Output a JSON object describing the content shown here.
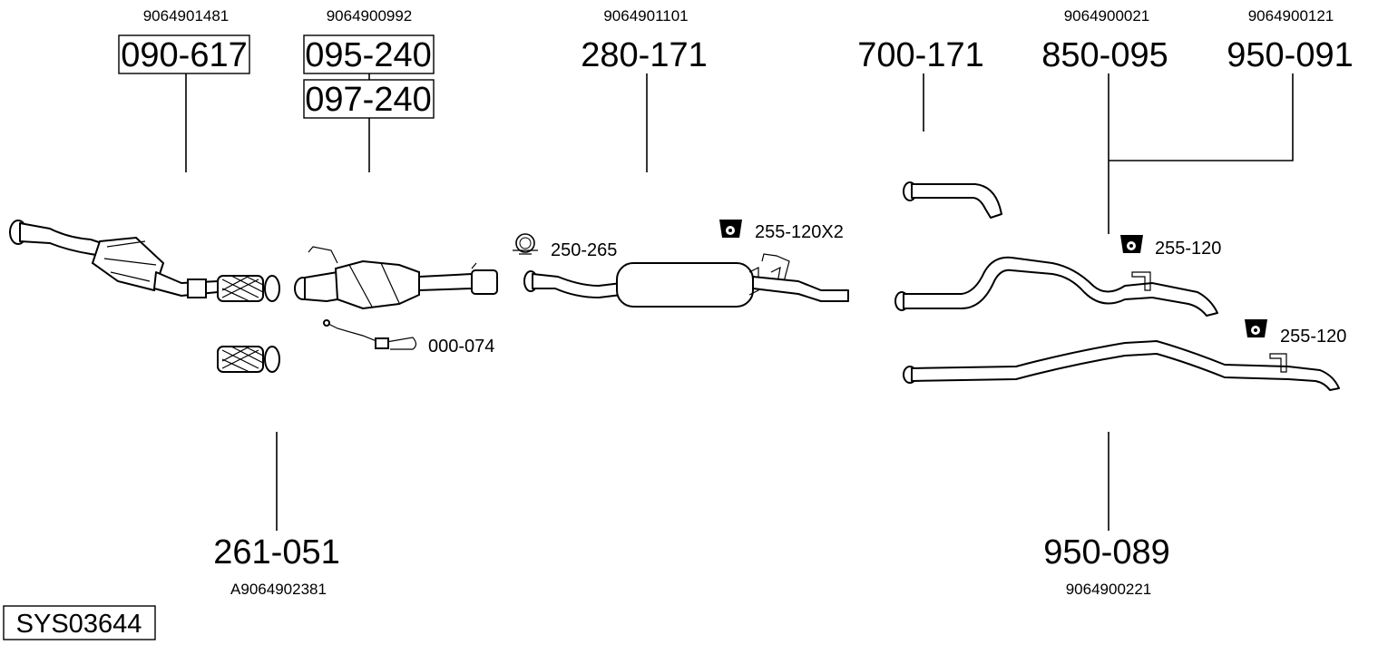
{
  "diagram_code": "SYS03644",
  "parts": [
    {
      "part_number": "090-617",
      "oem_number": "9064901481",
      "boxed": true
    },
    {
      "part_number": "095-240",
      "oem_number": "9064900992",
      "boxed": true
    },
    {
      "part_number": "097-240",
      "oem_number": "",
      "boxed": true
    },
    {
      "part_number": "280-171",
      "oem_number": "9064901101",
      "boxed": false
    },
    {
      "part_number": "700-171",
      "oem_number": "",
      "boxed": false
    },
    {
      "part_number": "850-095",
      "oem_number": "9064900021",
      "boxed": false
    },
    {
      "part_number": "950-091",
      "oem_number": "9064900121",
      "boxed": false
    },
    {
      "part_number": "261-051",
      "oem_number": "A9064902381",
      "boxed": false
    },
    {
      "part_number": "950-089",
      "oem_number": "9064900221",
      "boxed": false
    }
  ],
  "accessories": [
    {
      "label": "250-265",
      "icon": "pipe-clamp-icon"
    },
    {
      "label": "255-120X2",
      "icon": "rubber-hanger-icon"
    },
    {
      "label": "255-120",
      "icon": "rubber-hanger-icon"
    },
    {
      "label": "255-120",
      "icon": "rubber-hanger-icon"
    },
    {
      "label": "000-074",
      "icon": "sensor-wire-icon"
    }
  ]
}
